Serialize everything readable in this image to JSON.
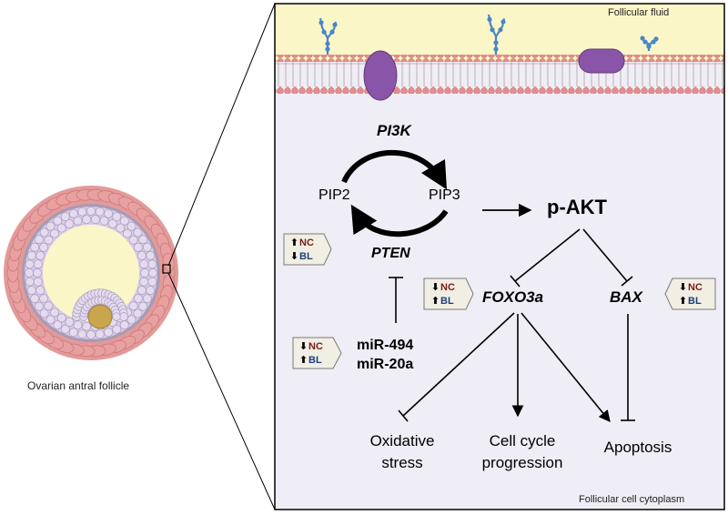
{
  "labels": {
    "follicle": "Ovarian antral follicle",
    "fluid": "Follicular fluid",
    "cytoplasm": "Follicular cell cytoplasm"
  },
  "pathway": {
    "pi3k": "PI3K",
    "pip2": "PIP2",
    "pip3": "PIP3",
    "pakt": "p-AKT",
    "pten": "PTEN",
    "foxo3a": "FOXO3a",
    "bax": "BAX",
    "mir494": "miR-494",
    "mir20a": "miR-20a"
  },
  "outcomes": {
    "oxidative_stress": "Oxidative stress",
    "cell_cycle": "Cell cycle progression",
    "apoptosis": "Apoptosis"
  },
  "badges": {
    "pten": {
      "nc_arrow": "⬆",
      "nc": "NC",
      "bl_arrow": "⬇",
      "bl": "BL"
    },
    "foxo3a": {
      "nc_arrow": "⬇",
      "nc": "NC",
      "bl_arrow": "⬆",
      "bl": "BL"
    },
    "bax": {
      "nc_arrow": "⬇",
      "nc": "NC",
      "bl_arrow": "⬆",
      "bl": "BL"
    },
    "mir": {
      "nc_arrow": "⬇",
      "nc": "NC",
      "bl_arrow": "⬆",
      "bl": "BL"
    }
  },
  "colors": {
    "granulosa": "#e9a0a0",
    "cumulus": "#d8cce6",
    "antrum": "#fbf6c8",
    "oocyte": "#c9a64e",
    "cytoplasm_bg": "#efedf5",
    "fluid_bg": "#fbf6c8",
    "membrane": "#e58c8c",
    "protein": "#8a55a8",
    "glycan": "#4a86c6",
    "nc": "#7a1a1a",
    "bl": "#1d3f7a"
  }
}
